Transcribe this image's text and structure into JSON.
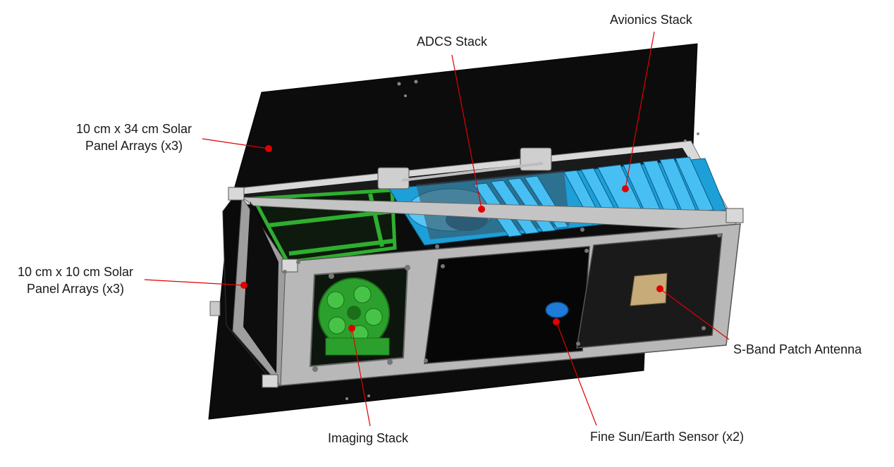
{
  "labels": {
    "solar_long": [
      "10 cm x 34 cm Solar",
      "Panel Arrays (x3)"
    ],
    "solar_short": [
      "10 cm x 10 cm Solar",
      "Panel Arrays (x3)"
    ],
    "adcs": "ADCS Stack",
    "avionics": "Avionics Stack",
    "imaging": "Imaging Stack",
    "sun_sensor": "Fine Sun/Earth Sensor (x2)",
    "patch_antenna": "S-Band Patch Antenna"
  },
  "colors": {
    "leader": "#e00000",
    "panel": "#0a0a0a",
    "frame": "#b3b3b3",
    "cards": "#3fb7f0",
    "imaging": "#2fae2f",
    "antenna": "#c7ab79"
  }
}
